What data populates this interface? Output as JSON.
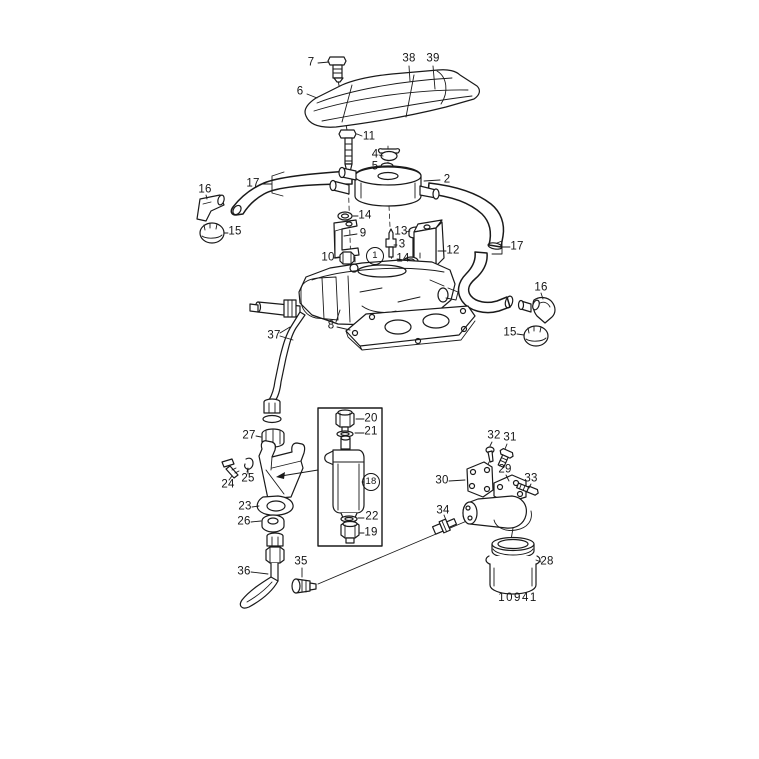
{
  "diagram": {
    "type": "exploded-parts-diagram",
    "subject": "engine fuel system with carburetor, flame arrestor, fuel pump and fuel filter",
    "drawing_number": "10941",
    "colors": {
      "ink": "#1a1a1a",
      "background": "#ffffff"
    },
    "callouts": [
      {
        "text": "7"
      },
      {
        "text": "38"
      },
      {
        "text": "39"
      },
      {
        "text": "6"
      },
      {
        "text": "11"
      },
      {
        "text": "4"
      },
      {
        "text": "5"
      },
      {
        "text": "2"
      },
      {
        "text": "16"
      },
      {
        "text": "17"
      },
      {
        "text": "15"
      },
      {
        "text": "14"
      },
      {
        "text": "9"
      },
      {
        "text": "13"
      },
      {
        "text": "3"
      },
      {
        "text": "12"
      },
      {
        "text": "10"
      },
      {
        "text": "1"
      },
      {
        "text": "14"
      },
      {
        "text": "17"
      },
      {
        "text": "16"
      },
      {
        "text": "15"
      },
      {
        "text": "37"
      },
      {
        "text": "8"
      },
      {
        "text": "27"
      },
      {
        "text": "20"
      },
      {
        "text": "21"
      },
      {
        "text": "25"
      },
      {
        "text": "24"
      },
      {
        "text": "18"
      },
      {
        "text": "23"
      },
      {
        "text": "26"
      },
      {
        "text": "22"
      },
      {
        "text": "19"
      },
      {
        "text": "32"
      },
      {
        "text": "31"
      },
      {
        "text": "30"
      },
      {
        "text": "29"
      },
      {
        "text": "33"
      },
      {
        "text": "34"
      },
      {
        "text": "36"
      },
      {
        "text": "35"
      },
      {
        "text": "28"
      }
    ]
  }
}
